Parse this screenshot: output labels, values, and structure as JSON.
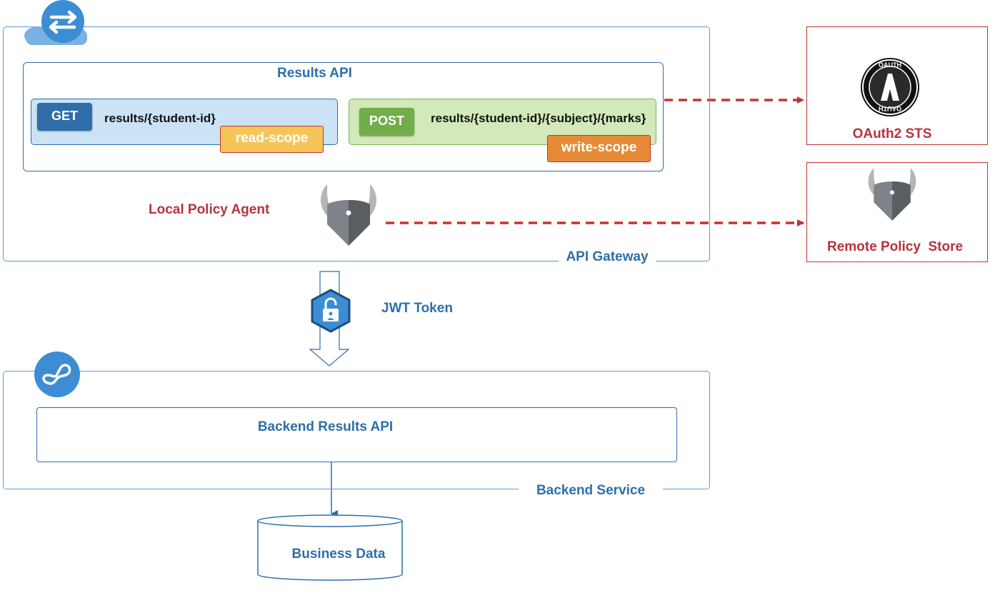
{
  "api_gateway": {
    "label": "API Gateway",
    "results_api": {
      "title": "Results API",
      "get": {
        "method": "GET",
        "path": "results/{student-id}",
        "scope": "read-scope"
      },
      "post": {
        "method": "POST",
        "path": "results/{student-id}/{subject}/{marks}",
        "scope": "write-scope"
      }
    },
    "policy_agent_label": "Local Policy Agent"
  },
  "oauth_sts": {
    "label": "OAuth2 STS",
    "logo_text": "OAUTH"
  },
  "remote_policy_store": {
    "label": "Remote Policy  Store"
  },
  "jwt": {
    "label": "JWT Token"
  },
  "backend_service": {
    "label": "Backend Service",
    "api_label": "Backend Results API"
  },
  "business_data": {
    "label": "Business Data"
  },
  "colors": {
    "accent_blue": "#2d6fa8",
    "accent_red": "#b8323c",
    "get_blue": "#2f6ea8",
    "post_green": "#71ad48",
    "read_scope": "#f6c55a",
    "write_scope": "#e58a36"
  },
  "icons": [
    "cloud-gateway-icon",
    "opa-icon",
    "oauth-logo-icon",
    "lock-icon",
    "backend-service-icon",
    "database-icon"
  ]
}
